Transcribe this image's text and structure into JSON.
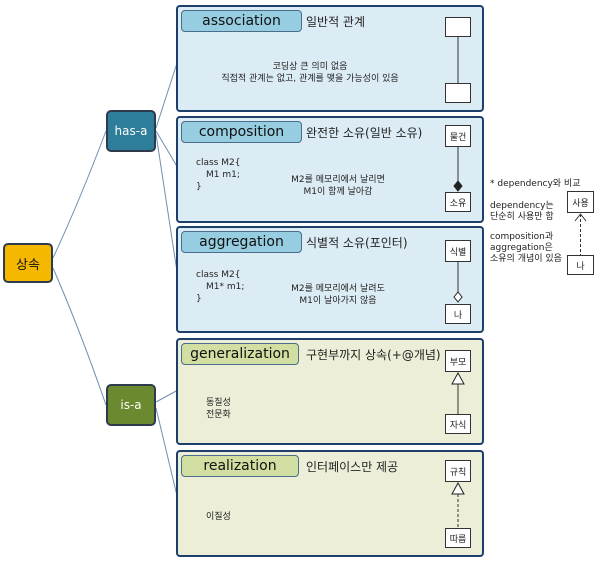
{
  "root": {
    "label": "상속"
  },
  "groups": {
    "has_a": "has-a",
    "is_a": "is-a"
  },
  "panels": {
    "association": {
      "title": "association",
      "desc": "일반적 관계",
      "note1": "코딩상 큰 의미 없음",
      "note2": "직접적 관계는 없고, 관계를 맺을 가능성이 있음",
      "box_top": "",
      "box_bottom": ""
    },
    "composition": {
      "title": "composition",
      "desc": "완전한 소유(일반 소유)",
      "code1": "class M2{",
      "code2": "M1 m1;",
      "code3": "}",
      "note1": "M2를 메모리에서 날리면",
      "note2": "M1이 함께 날아감",
      "box_top": "물건",
      "box_bottom": "소유"
    },
    "aggregation": {
      "title": "aggregation",
      "desc": "식별적 소유(포인터)",
      "code1": "class M2{",
      "code2": "M1* m1;",
      "code3": "}",
      "note1": "M2를 메모리에서 날려도",
      "note2": "M1이 날아가지 않음",
      "box_top": "식별",
      "box_bottom": "나"
    },
    "generalization": {
      "title": "generalization",
      "desc": "구현부까지 상속(+@개념)",
      "note1": "동질성",
      "note2": "전문화",
      "box_top": "부모",
      "box_bottom": "자식"
    },
    "realization": {
      "title": "realization",
      "desc": "인터페이스만 제공",
      "note1": "이질성",
      "box_top": "규칙",
      "box_bottom": "따름"
    }
  },
  "side_note": {
    "heading": "* dependency와 비교",
    "line1": "dependency는",
    "line2": "단순히 사용만 함",
    "line3": "composition과",
    "line4": "aggregation은",
    "line5": "소유의 개념이 있음",
    "box_top": "사용",
    "box_bottom": "나"
  }
}
